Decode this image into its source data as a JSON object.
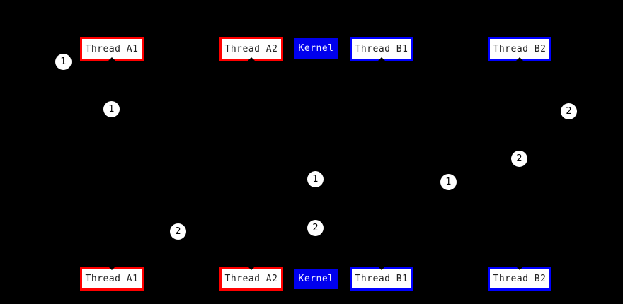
{
  "colors": {
    "background": "#000000",
    "thread_a_border": "#ff0000",
    "thread_b_border": "#0000ff",
    "kernel_fill": "#0000ee",
    "box_fill": "#ffffff",
    "box_text": "#222222",
    "kernel_text": "#f2f2ff",
    "marker_fill": "#ffffff",
    "marker_text": "#000000"
  },
  "rows": {
    "top": [
      {
        "label": "Thread A1",
        "style": "red"
      },
      {
        "label": "Thread A2",
        "style": "red"
      },
      {
        "label": "Kernel",
        "style": "kernel"
      },
      {
        "label": "Thread B1",
        "style": "blue"
      },
      {
        "label": "Thread B2",
        "style": "blue"
      }
    ],
    "bottom": [
      {
        "label": "Thread A1",
        "style": "red"
      },
      {
        "label": "Thread A2",
        "style": "red"
      },
      {
        "label": "Kernel",
        "style": "kernel"
      },
      {
        "label": "Thread B1",
        "style": "blue"
      },
      {
        "label": "Thread B2",
        "style": "blue"
      }
    ]
  },
  "markers": [
    {
      "label": "1"
    },
    {
      "label": "1"
    },
    {
      "label": "2"
    },
    {
      "label": "2"
    },
    {
      "label": "1"
    },
    {
      "label": "1"
    },
    {
      "label": "2"
    },
    {
      "label": "2"
    }
  ]
}
